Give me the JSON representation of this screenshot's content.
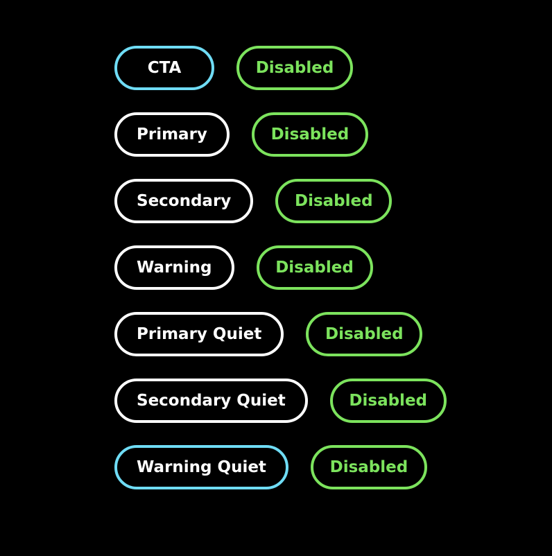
{
  "colors": {
    "background": "#000000",
    "default_border": "#ffffff",
    "focus_border": "#6fdcf5",
    "disabled": "#7ce35d"
  },
  "rows": [
    {
      "label": "CTA",
      "disabled_label": "Disabled",
      "focused": true
    },
    {
      "label": "Primary",
      "disabled_label": "Disabled",
      "focused": false
    },
    {
      "label": "Secondary",
      "disabled_label": "Disabled",
      "focused": false
    },
    {
      "label": "Warning",
      "disabled_label": "Disabled",
      "focused": false
    },
    {
      "label": "Primary Quiet",
      "disabled_label": "Disabled",
      "focused": false
    },
    {
      "label": "Secondary Quiet",
      "disabled_label": "Disabled",
      "focused": false
    },
    {
      "label": "Warning Quiet",
      "disabled_label": "Disabled",
      "focused": true
    }
  ]
}
